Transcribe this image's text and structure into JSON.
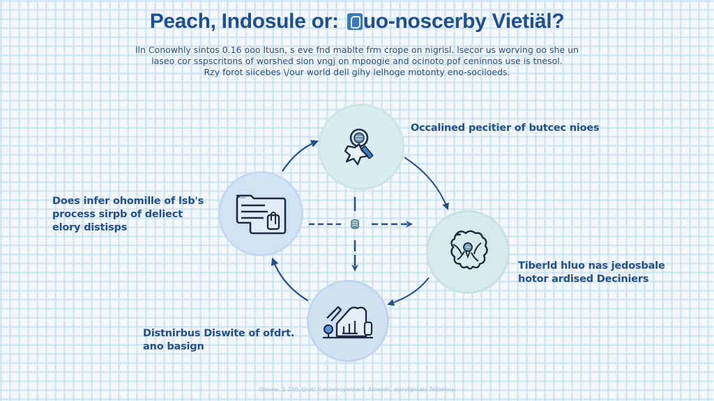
{
  "header": {
    "title_part1": "Peach, Indosule or: ",
    "title_mark_icon": "logo-mark-icon",
    "title_part2": "uo-noscerby Vietiäl?",
    "subtitle_lines": [
      "lln Conowhly sintos 0.16 ooo ltusn, s eve fnd mablte frm crope on nigrisl. lsecor us worving oo she un",
      "laseo cor sspscritons of worshed sion vngj on mpoogie and ocinoto pof ceninnos use is tnesol.",
      "Rzy forot siicebes \\/our world dell gihy lelhoge motonty eno-sociloeds."
    ]
  },
  "diagram": {
    "type": "cycle",
    "nodes": [
      {
        "id": "top",
        "icon": "magnifier-star-icon",
        "label_lines": [
          "Occalined pecitier of butcec nioes"
        ],
        "fill": "#d9ecef"
      },
      {
        "id": "right",
        "icon": "tangled-network-bulb-icon",
        "label_lines": [
          "Tiberld hluo nas jedosbale",
          "hotor ardised Deciniers"
        ],
        "fill": "#d7ebec"
      },
      {
        "id": "bottom",
        "icon": "factory-chart-pin-icon",
        "label_lines": [
          "Distnirbus Diswite of ofdrt.",
          "ano basign"
        ],
        "fill": "#d2e1f2"
      },
      {
        "id": "left",
        "icon": "folder-document-clip-icon",
        "label_lines": [
          "Does infer ohomille of lsb's",
          "process sirpb of deliect",
          "elory distisps"
        ],
        "fill": "#d4e3f4"
      }
    ],
    "edges": [
      {
        "from": "left",
        "to": "top",
        "style": "solid-curved"
      },
      {
        "from": "top",
        "to": "right",
        "style": "solid-curved"
      },
      {
        "from": "right",
        "to": "bottom",
        "style": "solid-curved"
      },
      {
        "from": "bottom",
        "to": "left",
        "style": "solid-curved"
      },
      {
        "from": "center",
        "to": "right",
        "style": "dashed-straight"
      },
      {
        "from": "center",
        "to": "bottom",
        "style": "dashed-straight"
      }
    ],
    "center_icon": "hub-coil-icon",
    "colors": {
      "accent": "#1f4f8f",
      "arrow": "#274d86",
      "text": "#234f8e",
      "background": "#f2f8fc",
      "grid": "#c4dcec"
    }
  },
  "footer": {
    "caption": "Onnow, 1 230, Qrvt/ /Lwsnnruyanhart. Aliresds, aiprvfgnsais Tadsensp"
  }
}
